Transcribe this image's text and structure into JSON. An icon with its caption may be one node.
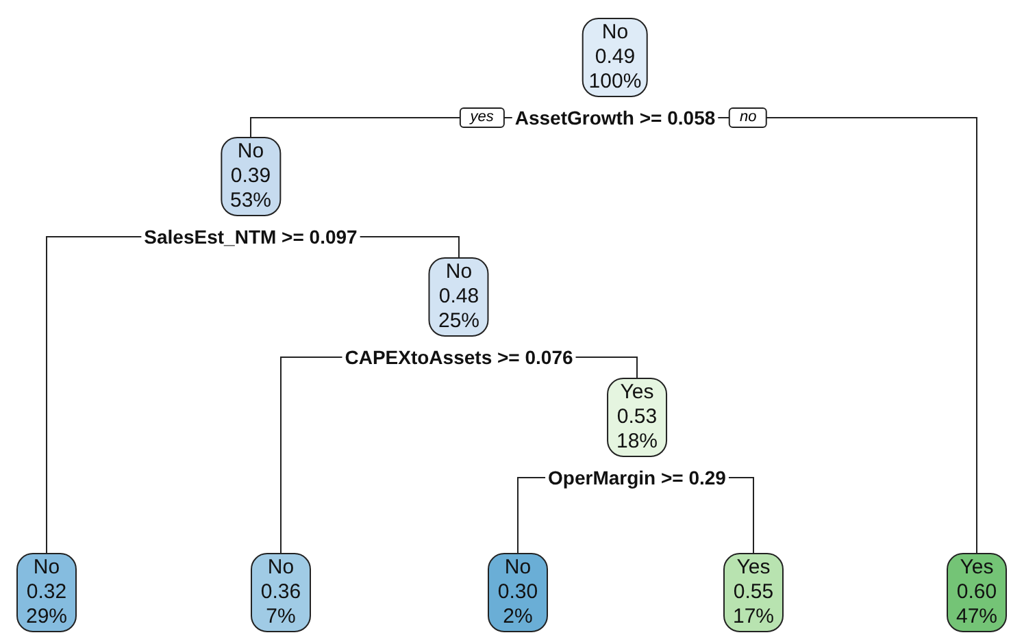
{
  "diagram": {
    "nodes": [
      {
        "text": [
          "No",
          "0.49",
          "100%"
        ],
        "beside": [
          "AssetGrowth >= 0.058"
        ]
      },
      {
        "text": [
          "No",
          "0.39",
          "53%"
        ],
        "beside": [
          "SalesEst_NTM >= 0.097"
        ]
      },
      {
        "text": [
          "No",
          "0.48",
          "25%"
        ],
        "beside": [
          "CAPEXtoAssets >= 0.076"
        ]
      },
      {
        "text": [
          "Yes",
          "0.53",
          "18%"
        ],
        "beside": [
          "OperMargin >= 0.29"
        ]
      },
      {
        "text": [
          "No",
          "0.32",
          "29%"
        ]
      },
      {
        "text": [
          "No",
          "0.36",
          "7%"
        ]
      },
      {
        "text": [
          "No",
          "0.30",
          "2%"
        ]
      },
      {
        "text": [
          "Yes",
          "0.55",
          "17%"
        ]
      },
      {
        "text": [
          "Yes",
          "0.60",
          "47%"
        ]
      }
    ],
    "edges": [
      {
        "from": 0,
        "to": 1,
        "arrow": "none",
        "label": "yes"
      },
      {
        "from": 0,
        "to": 8,
        "arrow": "none",
        "label": "no"
      },
      {
        "from": 1,
        "to": 4,
        "arrow": "none"
      },
      {
        "from": 1,
        "to": 2,
        "arrow": "none"
      },
      {
        "from": 2,
        "to": 5,
        "arrow": "none"
      },
      {
        "from": 2,
        "to": 3,
        "arrow": "none"
      },
      {
        "from": 3,
        "to": 6,
        "arrow": "none"
      },
      {
        "from": 3,
        "to": 7,
        "arrow": "none"
      }
    ]
  }
}
